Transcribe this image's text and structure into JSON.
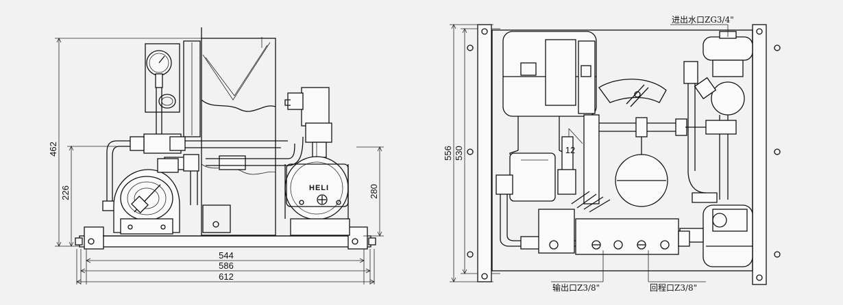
{
  "front_view": {
    "dims": {
      "height_total": "462",
      "height_lower": "226",
      "height_right": "280",
      "width_a": "544",
      "width_b": "586",
      "width_c": "612"
    },
    "brand": "HELI"
  },
  "side_view": {
    "dims": {
      "height_outer": "556",
      "height_inner": "530",
      "callout_num": "12"
    },
    "labels": {
      "water_inlet": "进出水口ZG3/4\"",
      "output_port": "输出口Z3/8\"",
      "return_port": "回程口Z3/8\""
    }
  }
}
